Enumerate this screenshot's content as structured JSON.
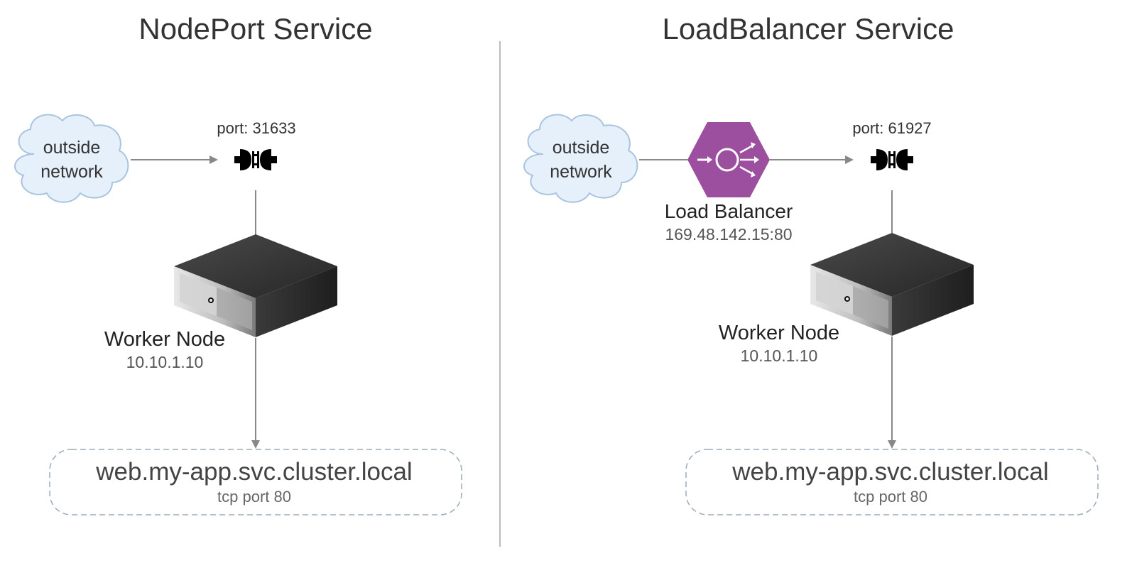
{
  "left": {
    "title": "NodePort Service",
    "cloud_label_1": "outside",
    "cloud_label_2": "network",
    "port_label": "port: 31633",
    "node_name": "Worker Node",
    "node_ip": "10.10.1.10",
    "service_name": "web.my-app.svc.cluster.local",
    "service_port": "tcp port 80"
  },
  "right": {
    "title": "LoadBalancer Service",
    "cloud_label_1": "outside",
    "cloud_label_2": "network",
    "lb_name": "Load Balancer",
    "lb_ip": "169.48.142.15:80",
    "port_label": "port: 61927",
    "node_name": "Worker Node",
    "node_ip": "10.10.1.10",
    "service_name": "web.my-app.svc.cluster.local",
    "service_port": "tcp port 80"
  },
  "colors": {
    "cloud_fill": "#e6f0fa",
    "cloud_stroke": "#a9c4e0",
    "load_balancer": "#9b4f9e",
    "connector": "#888888",
    "server_body": "#3c3c3c"
  },
  "icons": [
    "cloud-icon",
    "plug-icon",
    "server-icon",
    "load-balancer-icon",
    "arrow-icon"
  ]
}
